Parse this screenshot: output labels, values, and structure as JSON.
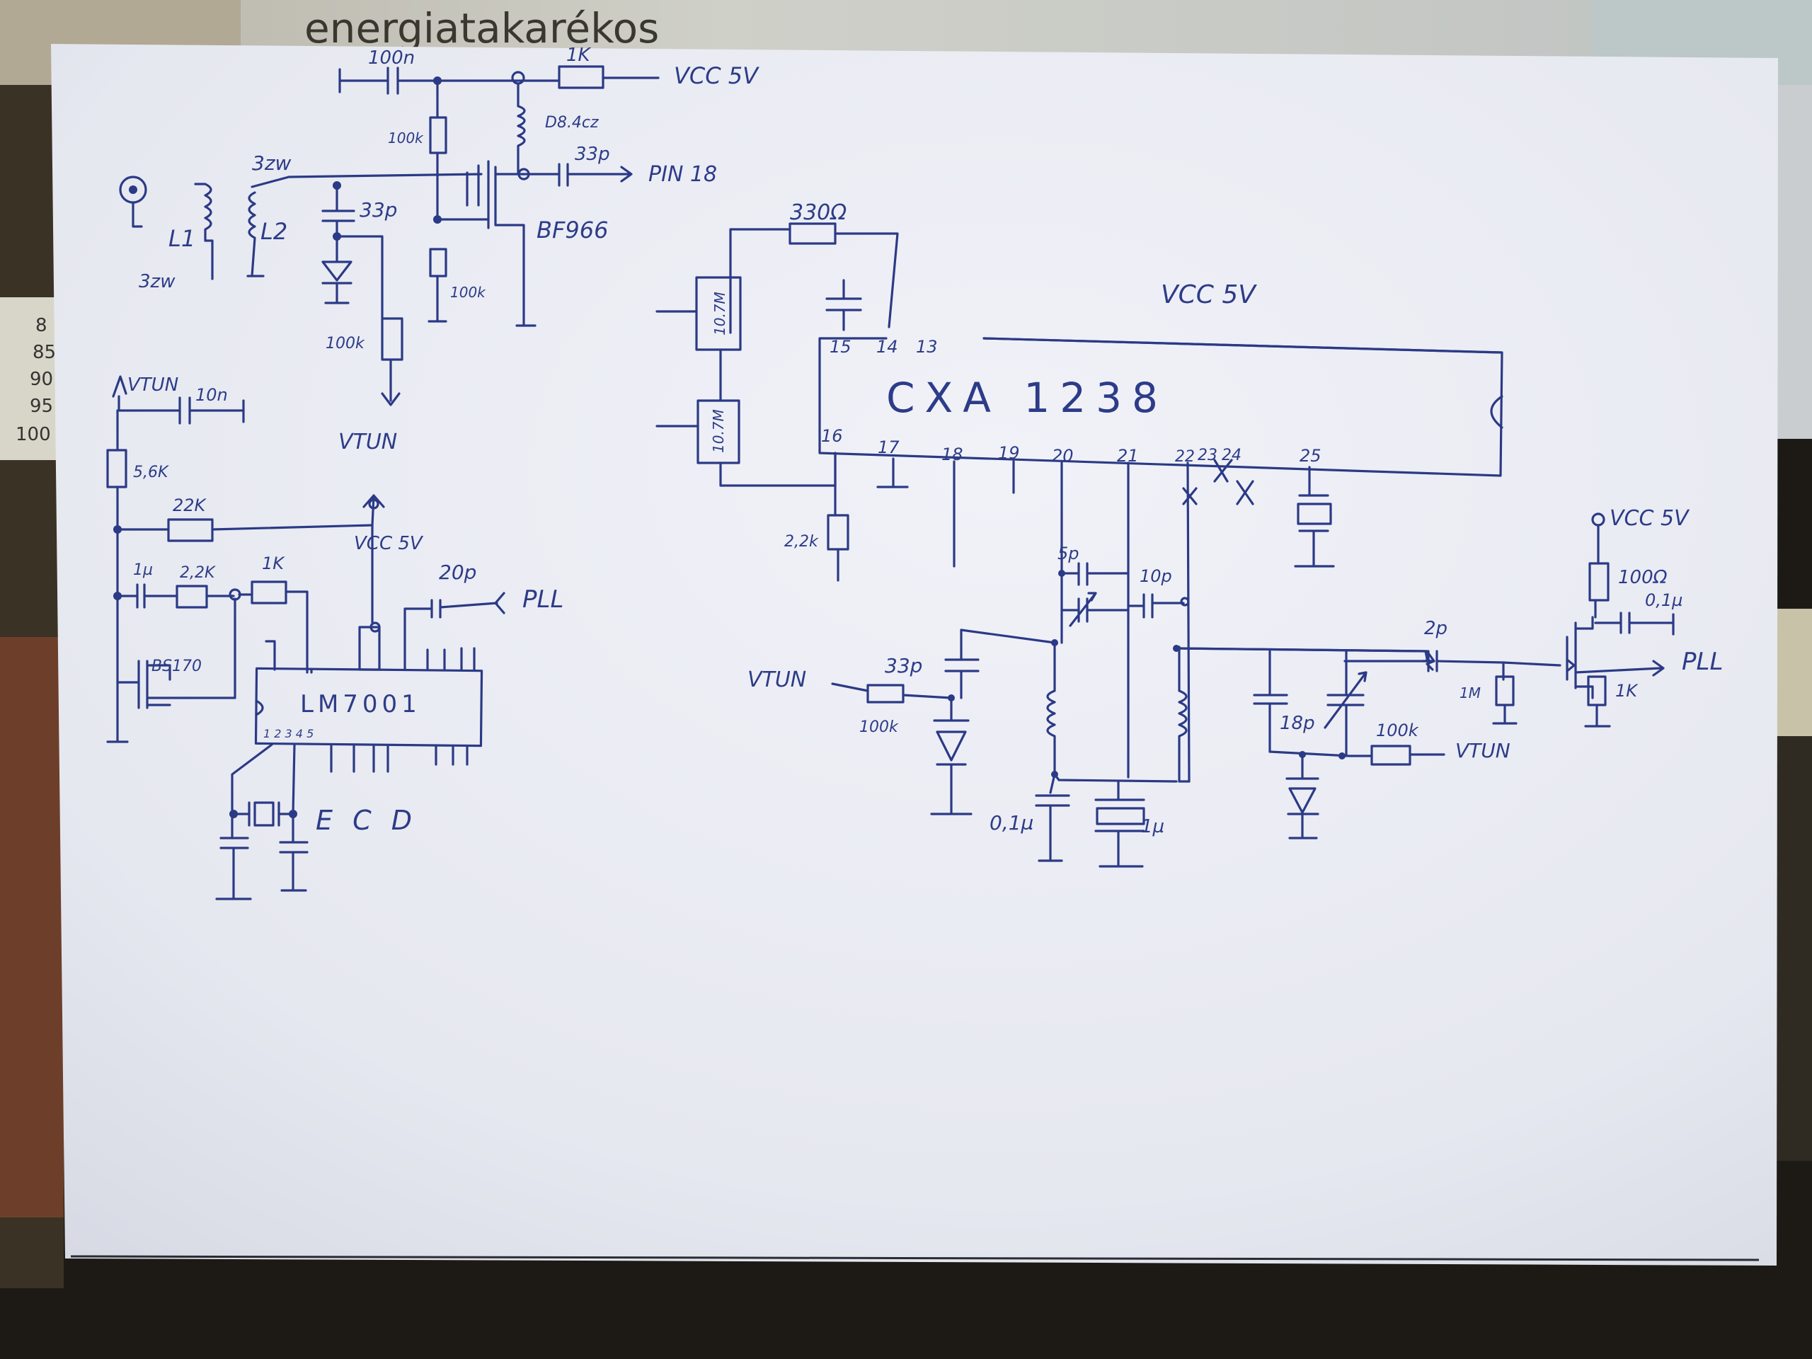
{
  "background_print": "energiatakarékos",
  "ruler_marks": [
    "8",
    "85",
    "90",
    "95",
    "100"
  ],
  "colors": {
    "ink": "#2b3a86",
    "paper": "#e9ebf2",
    "desk": "#1d1a16"
  },
  "labels": {
    "c_top": "100n",
    "r_top": "1K",
    "vcc_top": "VCC 5V",
    "r_bias1": "100k",
    "choke": "D8.4cz",
    "c_out": "33p",
    "pin18": "PIN 18",
    "coil_top": "3zw",
    "l1": "L1",
    "l2": "L2",
    "coil_bottom": "3zw",
    "c_var": "33p",
    "fet": "BF966",
    "r_bias2": "100k",
    "r_vtun": "100k",
    "vtun_top": "VTUN",
    "r_330": "330Ω",
    "vcc_mid": "VCC 5V",
    "ic_main": "CXA 1238",
    "pins_top": [
      "15",
      "14",
      "13"
    ],
    "pins_bottom": [
      "16",
      "17",
      "18",
      "19",
      "20",
      "21",
      "22",
      "23",
      "24",
      "25"
    ],
    "filter1": "10.7M",
    "filter2": "10.7M",
    "r_22k_mid": "2,2k",
    "vtun_left": "VTUN",
    "c_10n": "10n",
    "r_56k": "5,6K",
    "r_22k": "22K",
    "vcc_lm": "VCC 5V",
    "c_1u": "1µ",
    "r_22k_b": "2,2K",
    "r_1k_b": "1K",
    "c_20p": "20p",
    "pll_left": "PLL",
    "mosfet": "BS170",
    "ic_pll": "LM7001",
    "pins_lm": "1 2 3 4 5",
    "ecd": "E C D",
    "c_5p": "5p",
    "c_10p": "10p",
    "c_33p_osc": "33p",
    "vtun_osc": "VTUN",
    "r_osc": "100k",
    "c_01u": "0,1µ",
    "xtal_1u": "1µ",
    "c_18p": "18p",
    "r_100k_r": "100k",
    "vtun_right": "VTUN",
    "c_2p": "2p",
    "vcc_right": "VCC 5V",
    "r_100r": "100Ω",
    "c_01u_r": "0,1µ",
    "r_1m": "1M",
    "r_1k_r": "1K",
    "pll_right": "PLL"
  }
}
